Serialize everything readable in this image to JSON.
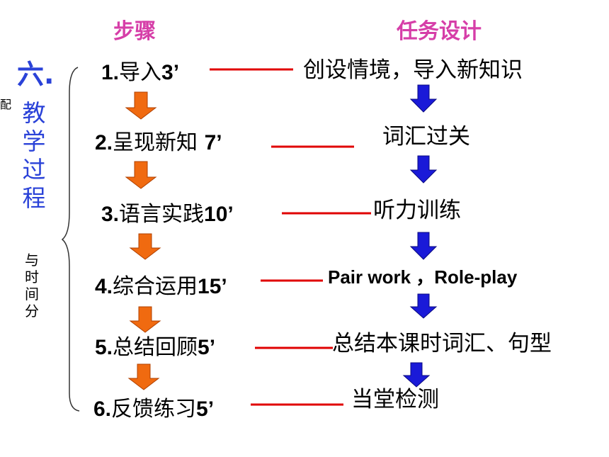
{
  "headers": {
    "steps": "步骤",
    "tasks": "任务设计"
  },
  "section": {
    "number": "六.",
    "title": "教学过程",
    "subtitle": "与时间分",
    "edge_fragment": "配"
  },
  "steps": [
    {
      "num": "1.",
      "label": "导入",
      "time": "3’"
    },
    {
      "num": "2.",
      "label": "呈现新知 ",
      "time": "7’"
    },
    {
      "num": "3.",
      "label": "语言实践",
      "time": "10’"
    },
    {
      "num": "4.",
      "label": "综合运用",
      "time": "15’"
    },
    {
      "num": "5.",
      "label": "总结回顾",
      "time": "5’"
    },
    {
      "num": "6.",
      "label": "反馈练习",
      "time": "5’"
    }
  ],
  "tasks": [
    "创设情境，导入新知识",
    "词汇过关",
    "听力训练",
    "Pair work ，Role-play",
    "总结本课时词汇、句型",
    "当堂检测"
  ],
  "colors": {
    "header": "#d63ea8",
    "section": "#2a42d8",
    "connector": "#e00000",
    "step_arrow": "#f06a10",
    "task_arrow": "#1a1ad8"
  }
}
